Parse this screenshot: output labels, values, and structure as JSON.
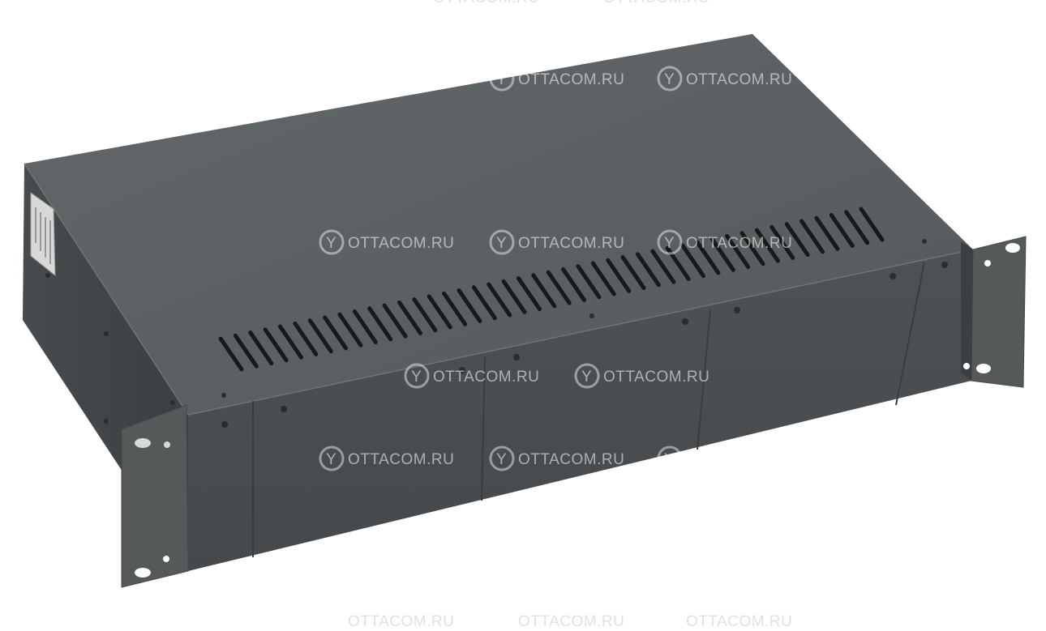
{
  "image": {
    "subject": "rack-chassis",
    "colors": {
      "background": "#ffffff",
      "top_panel": "#5d6162",
      "top_panel_shade": "#4f5354",
      "front_panel": "#4b4f50",
      "side_panel": "#3f4344",
      "ear": "#55595a",
      "vent_slot": "#1a1c1d",
      "screw": "#2a2c2d"
    }
  },
  "watermark": {
    "text": "OTTACOM.RU",
    "logo_letter": "Y",
    "icon": "ottacom-logo-icon"
  },
  "side_label": {
    "icon": "product-label-sticker"
  }
}
